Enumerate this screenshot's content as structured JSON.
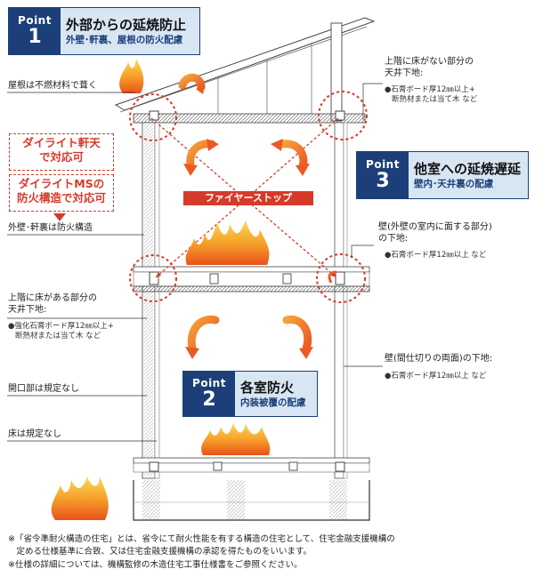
{
  "points": [
    {
      "label": "Point",
      "number": "1",
      "title": "外部からの延焼防止",
      "subtitle": "外壁･軒裏、屋根の防火配慮"
    },
    {
      "label": "Point",
      "number": "2",
      "title": "各室防火",
      "subtitle": "内装被覆の配慮"
    },
    {
      "label": "Point",
      "number": "3",
      "title": "他室への延焼遅延",
      "subtitle": "壁内･天井裏の配慮"
    }
  ],
  "left_labels": {
    "roof": "屋根は不燃材料で葺く",
    "wall": "外壁･軒裏は防火構造",
    "ceiling_title_1": "上階に床がある部分の",
    "ceiling_title_2": "天井下地:",
    "ceiling_spec_1": "●強化石膏ボード厚12㎜以上+",
    "ceiling_spec_2": "断熱材または当て木 など",
    "opening": "開口部は規定なし",
    "floor": "床は規定なし"
  },
  "right_labels": {
    "upper_title_1": "上階に床がない部分の",
    "upper_title_2": "天井下地:",
    "upper_spec_1": "●石膏ボード厚12㎜以上+",
    "upper_spec_2": "断熱材または当て木 など",
    "wall_title_1": "壁(外壁の室内に面する部分)",
    "wall_title_2": "の下地:",
    "wall_spec": "●石膏ボード厚12㎜以上 など",
    "partition_title": "壁(間仕切りの両面)の下地:",
    "partition_spec": "●石膏ボード厚12㎜以上 など"
  },
  "callouts": {
    "daylite_1": "ダイライト軒天",
    "daylite_2": "で対応可",
    "daylite_3": "ダイライトMSの",
    "daylite_4": "防火構造で対応可"
  },
  "firestop": "ファイヤーストップ",
  "footnotes": [
    "※「省令準耐火構造の住宅」とは、省令にて耐火性能を有する構造の住宅として、住宅金融支援機構の",
    "　定める仕様基準に合致、又は住宅金融支援機構の承認を得たものをいいます。",
    "※仕様の詳細については、機構監修の木造住宅工事仕様書をご参照ください。"
  ],
  "colors": {
    "navy": "#1c3f7a",
    "light_blue": "#d8e6f3",
    "red": "#d63a2a",
    "flame_orange": "#f28a1c",
    "flame_yellow": "#f9d34a"
  }
}
